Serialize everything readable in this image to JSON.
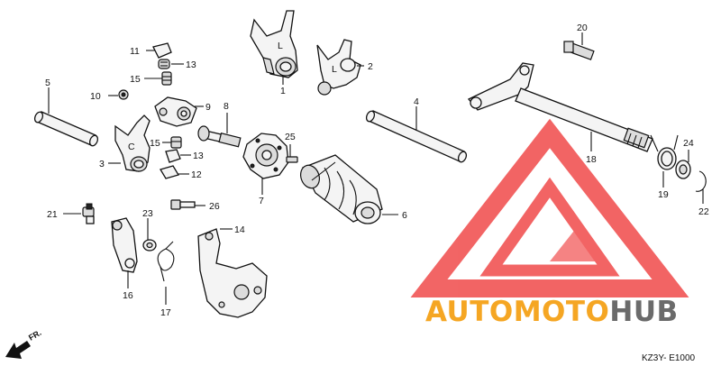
{
  "diagram": {
    "labels": [
      {
        "id": "l1",
        "text": "1"
      },
      {
        "id": "l2",
        "text": "2"
      },
      {
        "id": "l3",
        "text": "3"
      },
      {
        "id": "l4",
        "text": "4"
      },
      {
        "id": "l5",
        "text": "5"
      },
      {
        "id": "l6",
        "text": "6"
      },
      {
        "id": "l7",
        "text": "7"
      },
      {
        "id": "l8",
        "text": "8"
      },
      {
        "id": "l9",
        "text": "9"
      },
      {
        "id": "l10",
        "text": "10"
      },
      {
        "id": "l11",
        "text": "11"
      },
      {
        "id": "l12",
        "text": "12"
      },
      {
        "id": "l13a",
        "text": "13"
      },
      {
        "id": "l13b",
        "text": "13"
      },
      {
        "id": "l14",
        "text": "14"
      },
      {
        "id": "l15a",
        "text": "15"
      },
      {
        "id": "l15b",
        "text": "15"
      },
      {
        "id": "l16",
        "text": "16"
      },
      {
        "id": "l17",
        "text": "17"
      },
      {
        "id": "l18",
        "text": "18"
      },
      {
        "id": "l19",
        "text": "19"
      },
      {
        "id": "l20",
        "text": "20"
      },
      {
        "id": "l21",
        "text": "21"
      },
      {
        "id": "l22",
        "text": "22"
      },
      {
        "id": "l23",
        "text": "23"
      },
      {
        "id": "l24",
        "text": "24"
      },
      {
        "id": "l25",
        "text": "25"
      },
      {
        "id": "l26",
        "text": "26"
      }
    ],
    "part_marks": {
      "fork_1": "L",
      "fork_2": "L",
      "fork_3": "C"
    },
    "direction_label": "FR.",
    "diagram_code": "KZ3Y- E1000"
  },
  "watermark": {
    "text_prefix": "AUTOMOTO",
    "text_suffix": "HUB",
    "colors": {
      "logo": "#f04a4a",
      "prefix": "#f5a623",
      "suffix": "#6b6b6b"
    }
  }
}
